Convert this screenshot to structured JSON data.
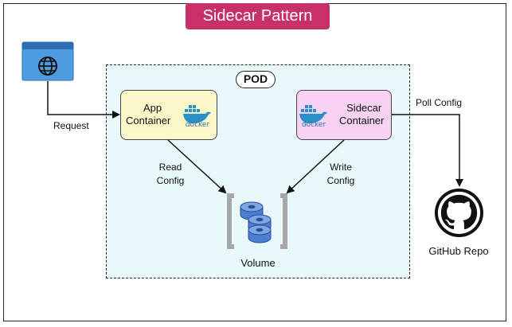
{
  "title": "Sidecar Pattern",
  "pod_label": "POD",
  "app_container": {
    "line1": "App",
    "line2": "Container"
  },
  "sidecar_container": {
    "line1": "Sidecar",
    "line2": "Container"
  },
  "docker_text": "docker",
  "labels": {
    "request": "Request",
    "read_config": {
      "line1": "Read",
      "line2": "Config"
    },
    "write_config": {
      "line1": "Write",
      "line2": "Config"
    },
    "poll_config": "Poll Config",
    "volume": "Volume",
    "github_repo": "GitHub Repo"
  },
  "icons": {
    "client": "browser-globe-icon",
    "repo": "github-icon",
    "storage": "volume-disks-icon",
    "container_runtime": "docker-whale-icon"
  },
  "colors": {
    "title_bg": "#c8306a",
    "pod_bg": "#e9f8fb",
    "app_box": "#fbf7c9",
    "sidecar_box": "#f8d2f3",
    "browser_blue": "#3f8fd8",
    "volume_blue": "#4b7fcf"
  }
}
